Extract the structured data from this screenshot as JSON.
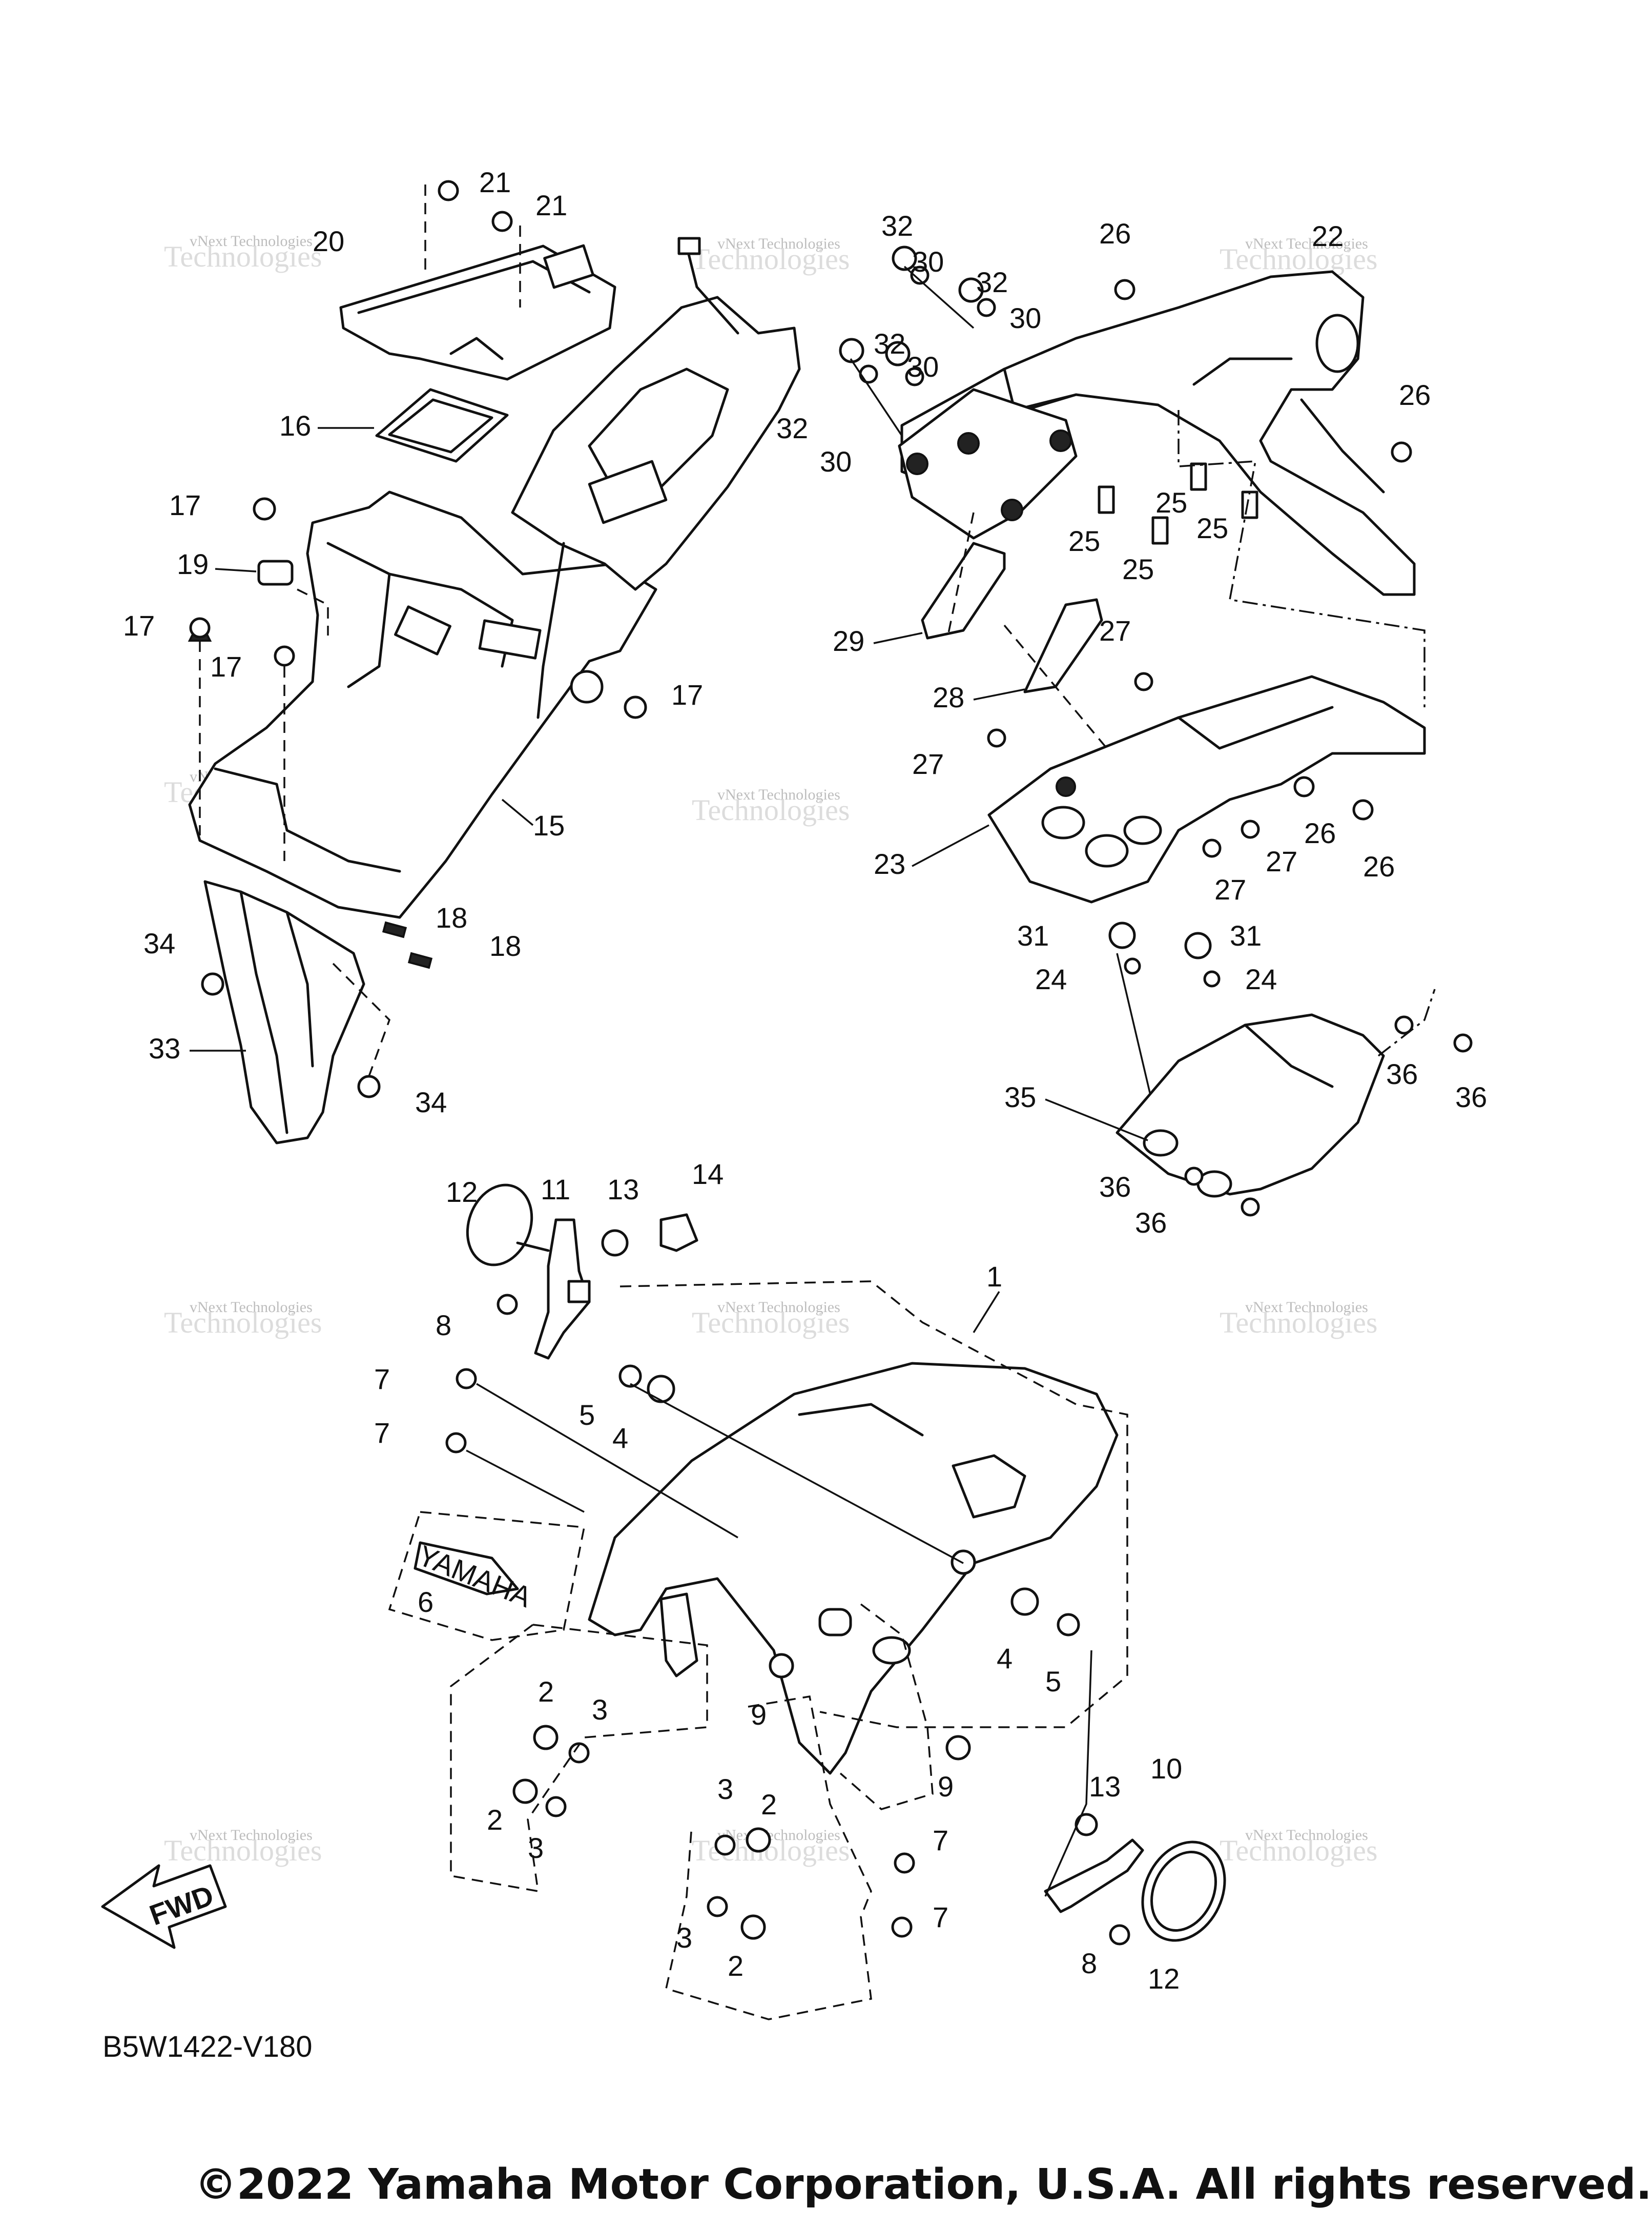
{
  "diagram_code": "B5W1422-V180",
  "copyright": "©2022 Yamaha Motor Corporation, U.S.A. All rights reserved.",
  "fwd_label": "FWD",
  "emblem_text": "YAMAHA",
  "watermark": {
    "line1": "vNext Technologies",
    "line2": "Technologies"
  },
  "callouts": {
    "n1": "1",
    "n2": "2",
    "n3": "3",
    "n4": "4",
    "n5": "5",
    "n6": "6",
    "n7": "7",
    "n8": "8",
    "n9": "9",
    "n10": "10",
    "n11": "11",
    "n12": "12",
    "n13": "13",
    "n14": "14",
    "n15": "15",
    "n16": "16",
    "n17": "17",
    "n18": "18",
    "n19": "19",
    "n20": "20",
    "n21": "21",
    "n22": "22",
    "n23": "23",
    "n24": "24",
    "n25": "25",
    "n26": "26",
    "n27": "27",
    "n28": "28",
    "n29": "29",
    "n30": "30",
    "n31": "31",
    "n32": "32",
    "n33": "33",
    "n34": "34",
    "n35": "35",
    "n36": "36"
  }
}
